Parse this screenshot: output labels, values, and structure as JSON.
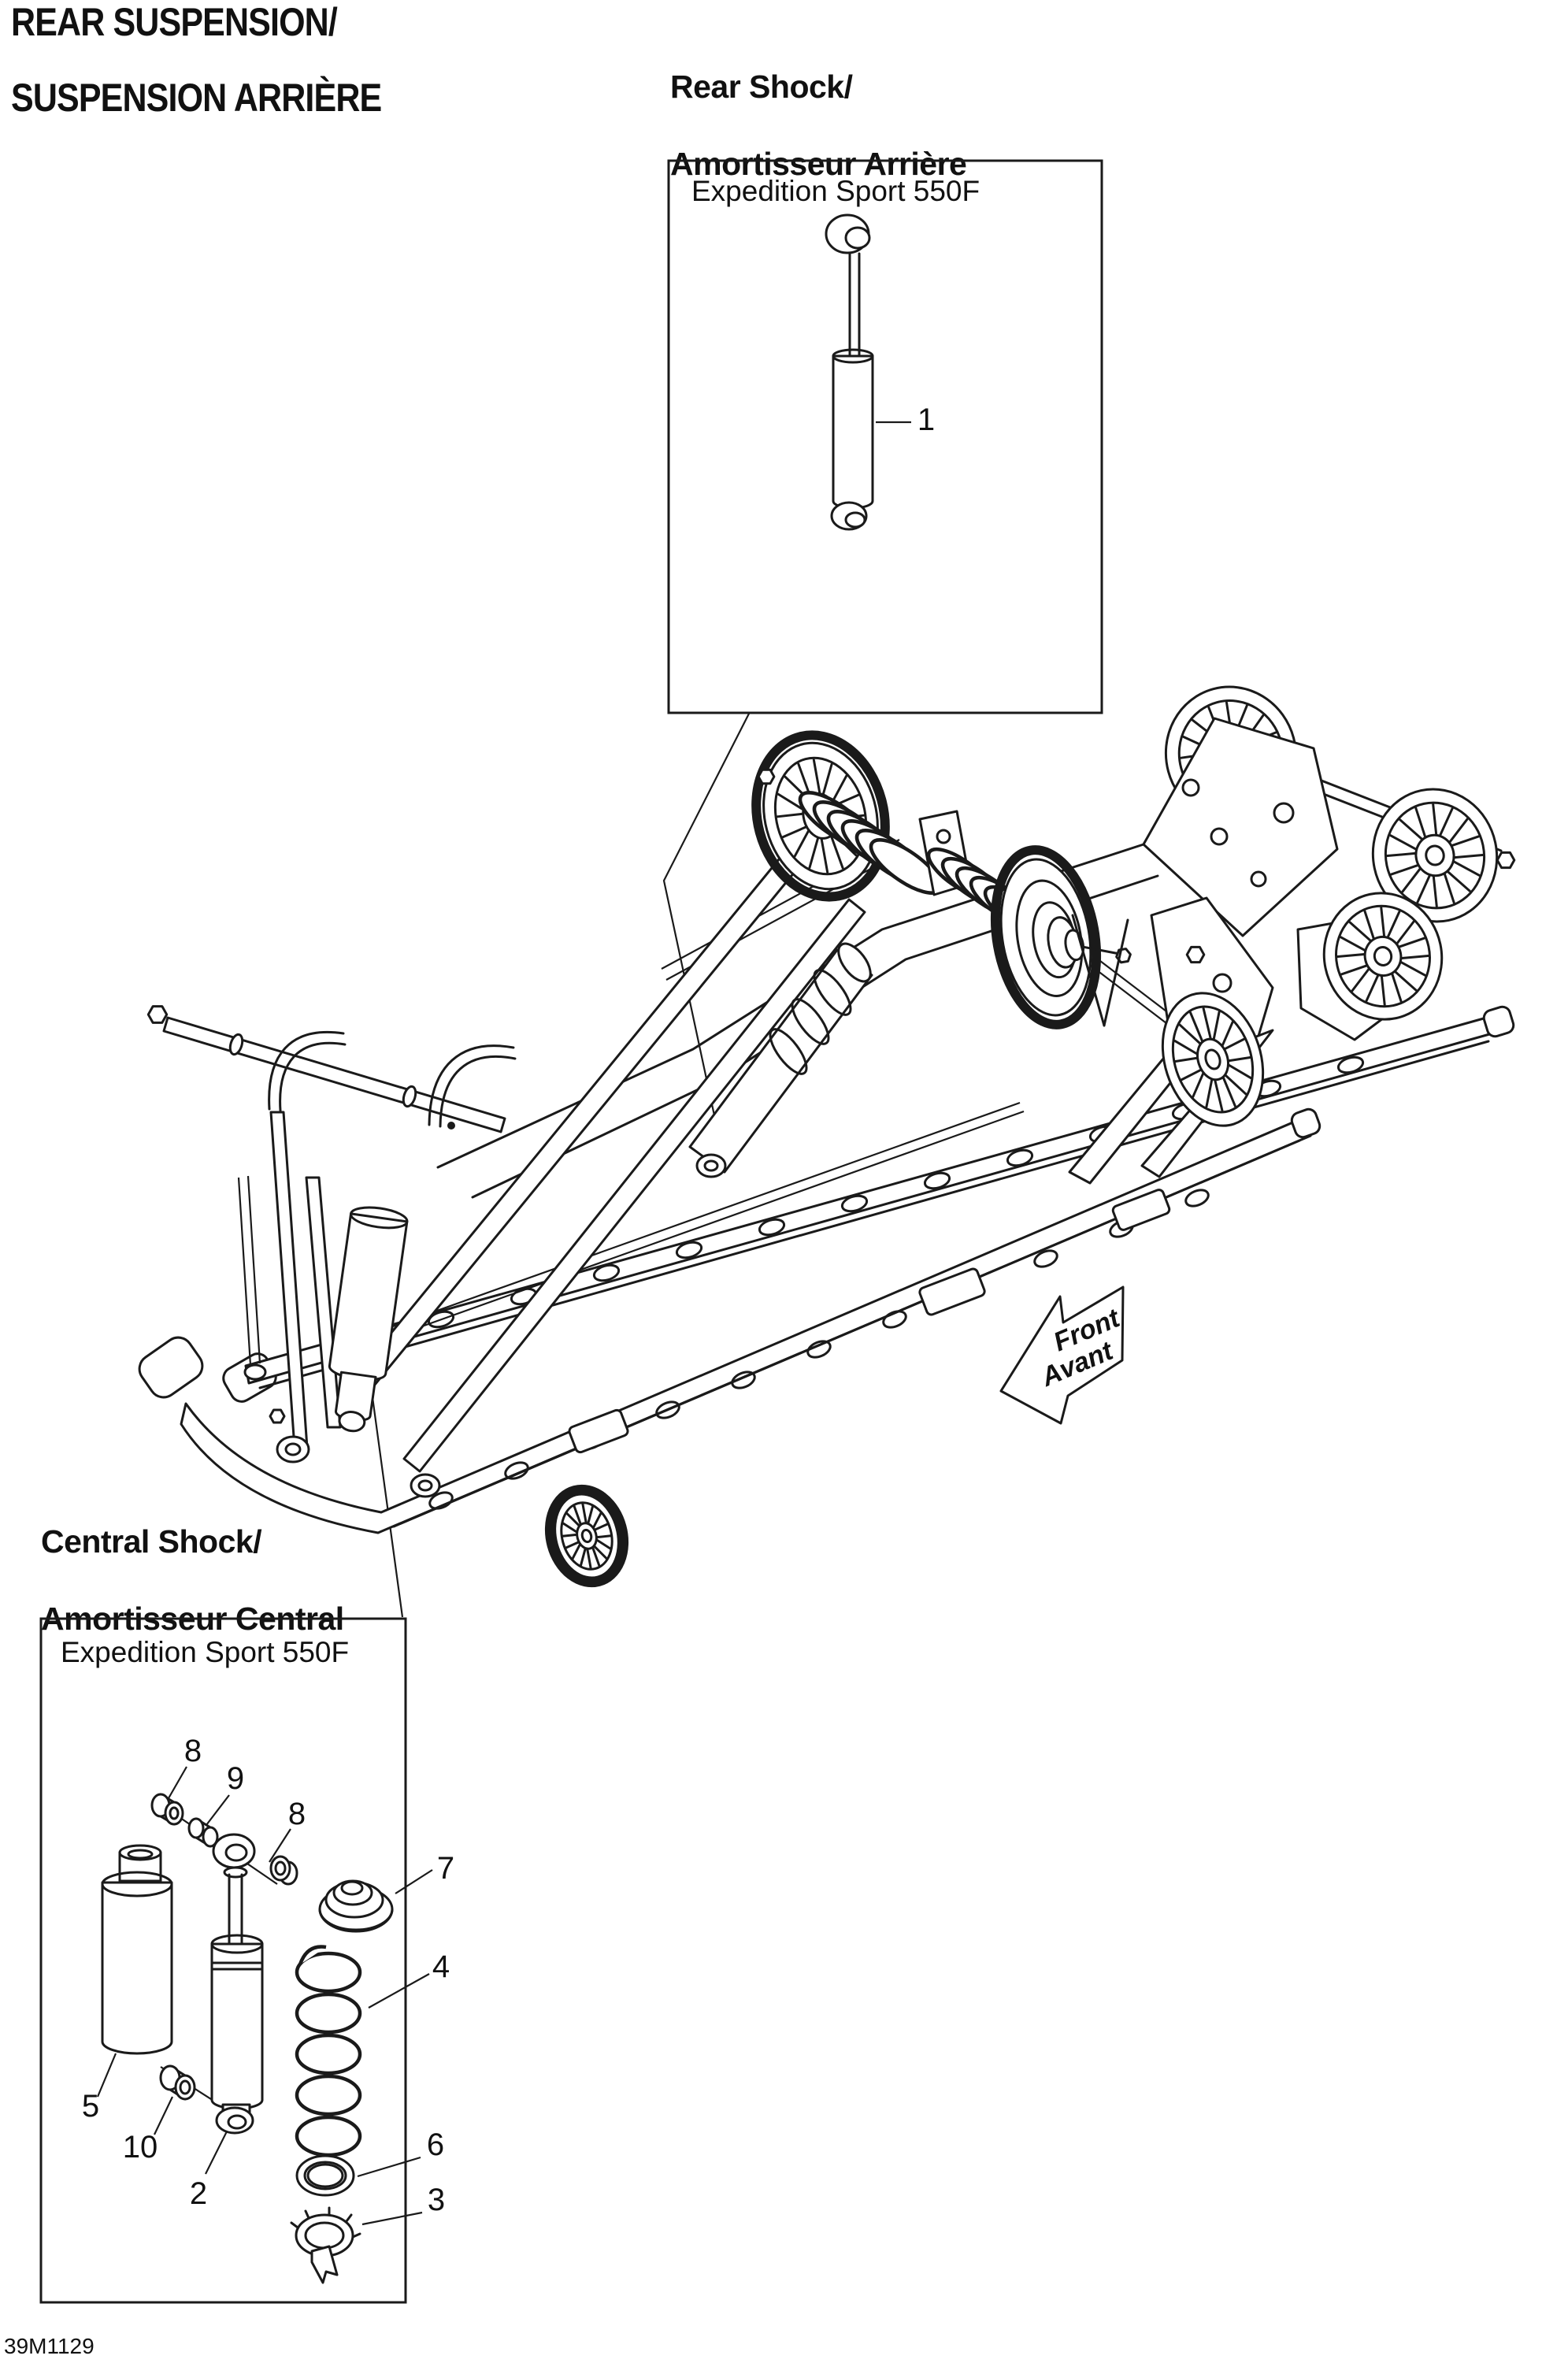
{
  "titles": {
    "main_line1": "REAR SUSPENSION/",
    "main_line2": "SUSPENSION ARRIÈRE"
  },
  "rear_shock_section": {
    "heading_line1": "Rear Shock/",
    "heading_line2": "Amortisseur Arrière",
    "variant_label": "Expedition Sport 550F",
    "callouts": [
      {
        "number": "1"
      }
    ]
  },
  "central_shock_section": {
    "heading_line1": "Central Shock/",
    "heading_line2": "Amortisseur Central",
    "variant_label": "Expedition Sport 550F",
    "callouts": [
      {
        "number": "8"
      },
      {
        "number": "9"
      },
      {
        "number": "8"
      },
      {
        "number": "7"
      },
      {
        "number": "4"
      },
      {
        "number": "5"
      },
      {
        "number": "10"
      },
      {
        "number": "2"
      },
      {
        "number": "6"
      },
      {
        "number": "3"
      }
    ]
  },
  "direction_arrow": {
    "label_line1": "Front",
    "label_line2": "Avant"
  },
  "footer": {
    "document_code": "39M1129"
  },
  "colors": {
    "line": "#1a1a1a",
    "paper": "#ffffff"
  }
}
